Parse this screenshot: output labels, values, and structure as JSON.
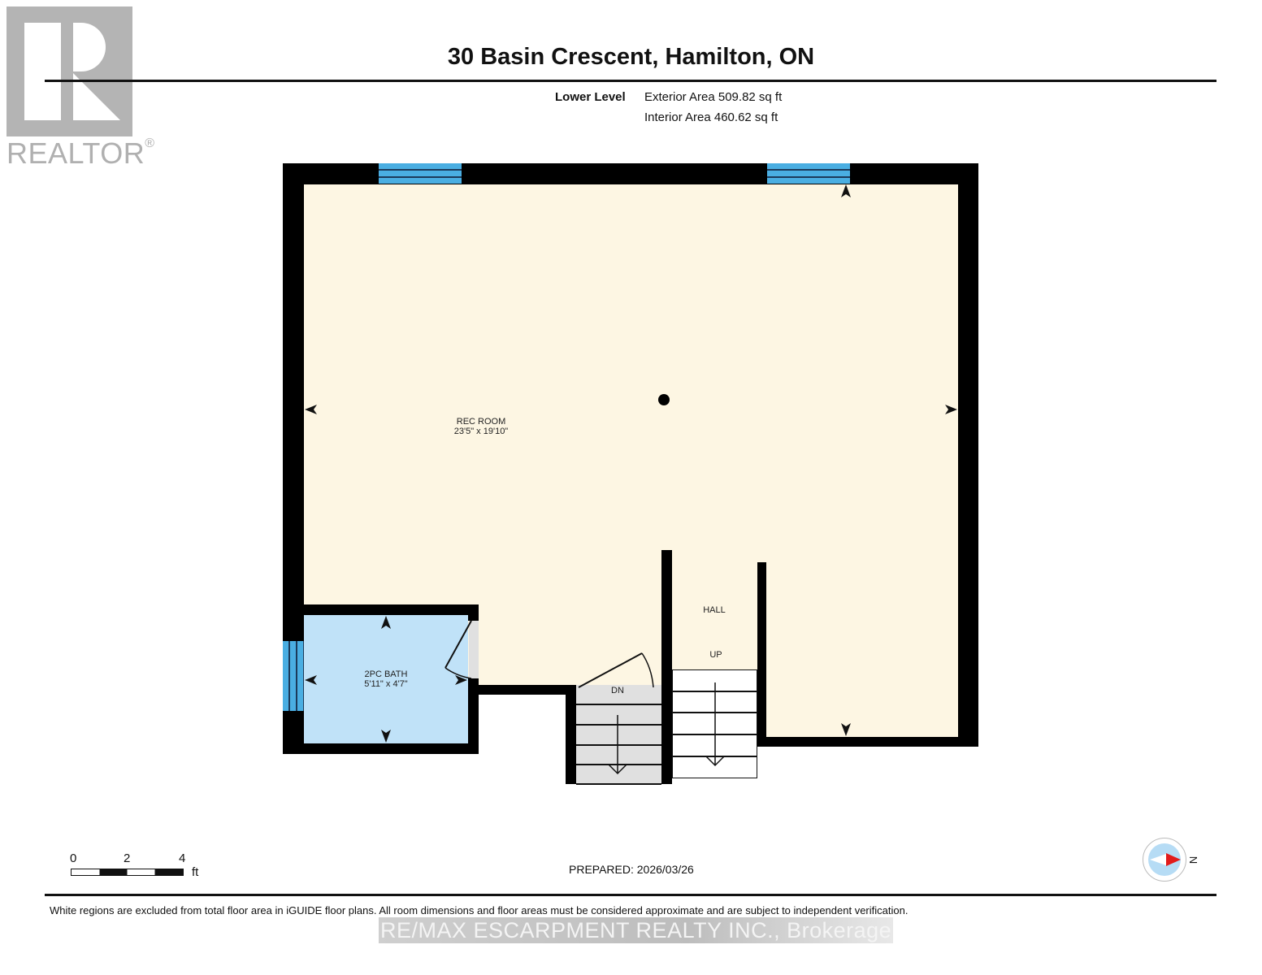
{
  "logo": {
    "text": "REALTOR",
    "registered_mark": "®",
    "icon": "realtor-r-logo"
  },
  "header": {
    "title": "30 Basin Crescent, Hamilton, ON",
    "level": "Lower Level",
    "exterior_area": "Exterior Area 509.82 sq ft",
    "interior_area": "Interior Area 460.62 sq ft"
  },
  "floorplan": {
    "colors": {
      "wall": "#000000",
      "rec_room": "#fdf6e3",
      "bath": "#c0e2f8",
      "window": "#4aaee2",
      "stair_down": "#e0e0e0"
    },
    "rooms": [
      {
        "name": "REC ROOM",
        "dimensions": "23'5\" x 19'10\""
      },
      {
        "name": "2PC BATH",
        "dimensions": "5'11\" x 4'7\""
      },
      {
        "name": "HALL",
        "dimensions": ""
      }
    ],
    "stairs": [
      {
        "label": "DN",
        "direction": "down"
      },
      {
        "label": "UP",
        "direction": "up"
      }
    ]
  },
  "scale_bar": {
    "ticks": [
      "0",
      "2",
      "4"
    ],
    "unit": "ft"
  },
  "prepared": "PREPARED: 2026/03/26",
  "compass": {
    "label": "N",
    "icon": "compass-icon"
  },
  "footer": {
    "disclaimer": "White regions are excluded from total floor area in iGUIDE floor plans. All room dimensions and floor areas must be considered approximate and are subject to independent verification.",
    "watermark": "RE/MAX ESCARPMENT REALTY INC., Brokerage"
  }
}
